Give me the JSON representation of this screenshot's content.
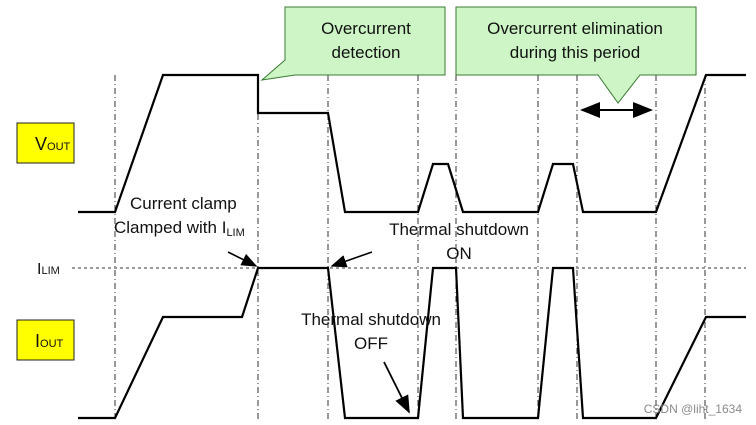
{
  "callouts": {
    "detection": [
      "Overcurrent",
      "detection"
    ],
    "elimination": [
      "Overcurrent elimination",
      "during this period"
    ]
  },
  "labels": {
    "vout": {
      "main": "V",
      "sub": "OUT"
    },
    "iout": {
      "main": "I",
      "sub": "OUT"
    },
    "ilim": {
      "main": "I",
      "sub": "LIM"
    }
  },
  "annotations": {
    "current_clamp": "Current clamp",
    "clamped_with_prefix": "Clamped with I",
    "clamped_with_sub": "LIM",
    "tsd_on_1": "Thermal shutdown",
    "tsd_on_2": "ON",
    "tsd_off_1": "Thermal shutdown",
    "tsd_off_2": "OFF"
  },
  "watermark": "CSDN @liht_1634",
  "colors": {
    "callout_fill": "#cdf5c5",
    "callout_stroke": "#3a7a33",
    "label_box_fill": "#ffff00",
    "label_box_stroke": "#222222",
    "waveform": "#000000",
    "guide": "#333333"
  }
}
